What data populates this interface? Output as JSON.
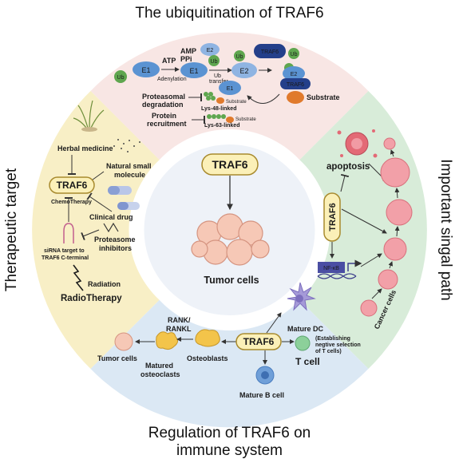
{
  "titles": {
    "top": "The ubiquitination of TRAF6",
    "left": "Therapeutic target",
    "right": "Important singal path",
    "bottom_line1": "Regulation of TRAF6 on",
    "bottom_line2": "immune system"
  },
  "center": {
    "badge": "TRAF6",
    "caption": "Tumor cells"
  },
  "ubiquitination": {
    "ub": "Ub",
    "e1": "E1",
    "e2": "E2",
    "amp": "AMP",
    "ppi": "PPi",
    "atp": "ATP",
    "adenylation": "Adenylation",
    "ub_transfer": "Ub\ntransfer",
    "traf6": "TRAF6",
    "substrate": "Substrate",
    "proteasomal_line1": "Proteasomal",
    "proteasomal_line2": "degradation",
    "lys48": "Lys-48-linked",
    "protein_line1": "Protein",
    "protein_line2": "recruitment",
    "lys63": "Lys-63-linked",
    "substrate_small": "Substrate"
  },
  "therapeutic": {
    "herbal": "Herbal medicine",
    "natural_line1": "Natural small",
    "natural_line2": "molecule",
    "traf6": "TRAF6",
    "chemo": "ChemoTherapy",
    "clinical": "Clinical drug",
    "proteasome_line1": "Proteasome",
    "proteasome_line2": "inhibitors",
    "sirna_line1": "siRNA target to",
    "sirna_line2": "TRAF6 C-terminal",
    "radiation": "Radiation",
    "radiotherapy": "RadioTherapy"
  },
  "signal": {
    "apoptosis": "apoptosis",
    "traf6": "TRAF6",
    "nfkb": "NF-κB",
    "cancer_cells": "Cancer cells"
  },
  "immune": {
    "rank_line1": "RANK/",
    "rank_line2": "RANKL",
    "tumor_cells": "Tumor cells",
    "osteoblasts": "Osteoblasts",
    "matured_line1": "Matured",
    "matured_line2": "osteoclasts",
    "traf6": "TRAF6",
    "mature_dc": "Mature DC",
    "tcell": "T cell",
    "tcell_note_line1": "(Establishing",
    "tcell_note_line2": "negtive selection",
    "tcell_note_line3": "of T cells)",
    "mature_b": "Mature B cell"
  },
  "colors": {
    "top_sector": "#f8e6e4",
    "left_sector": "#f8efc6",
    "right_sector": "#d8ecd9",
    "bottom_sector": "#dbe8f4",
    "center_fill": "#eef2f8",
    "traf6_badge": "#fbf0b8",
    "traf6_border": "#a88a2e",
    "e_blue": "#5b93d2",
    "ub_green": "#5fa64f",
    "traf6_navy": "#243f8a",
    "substrate": "#e07a2c",
    "cell_pink": "#f2a0a8",
    "osteo_yellow": "#f3c44a",
    "dc_purple": "#a59ad8",
    "tcell_green": "#8cd09a",
    "bcell_blue": "#6f9fd8"
  }
}
